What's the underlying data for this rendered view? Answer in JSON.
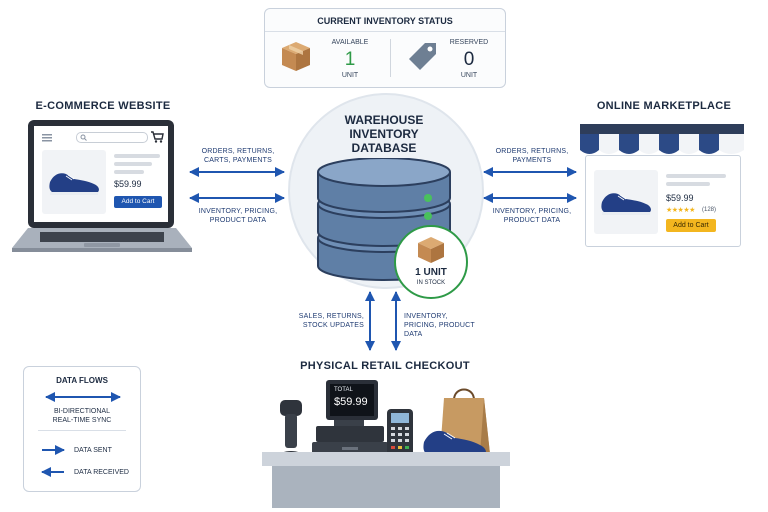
{
  "status": {
    "title": "CURRENT INVENTORY STATUS",
    "available_label": "AVAILABLE",
    "available_value": "1",
    "available_unit": "UNIT",
    "reserved_label": "RESERVED",
    "reserved_value": "0",
    "reserved_unit": "UNIT"
  },
  "ecommerce": {
    "title": "E-COMMERCE WEBSITE",
    "price": "$59.99",
    "button": "Add to Cart"
  },
  "marketplace": {
    "title": "ONLINE MARKETPLACE",
    "price": "$59.99",
    "rating_count": "(128)",
    "button": "Add to Cart"
  },
  "warehouse": {
    "title_line1": "WAREHOUSE",
    "title_line2": "INVENTORY",
    "title_line3": "DATABASE",
    "stock_value": "1 UNIT",
    "stock_label": "IN STOCK"
  },
  "flows": {
    "left_top_line1": "ORDERS, RETURNS,",
    "left_top_line2": "CARTS, PAYMENTS",
    "left_bottom_line1": "INVENTORY, PRICING,",
    "left_bottom_line2": "PRODUCT DATA",
    "right_top_line1": "ORDERS, RETURNS,",
    "right_top_line2": "PAYMENTS",
    "right_bottom_line1": "INVENTORY, PRICING,",
    "right_bottom_line2": "PRODUCT DATA",
    "down_left_line1": "SALES, RETURNS,",
    "down_left_line2": "STOCK UPDATES",
    "down_right_line1": "INVENTORY,",
    "down_right_line2": "PRICING, PRODUCT",
    "down_right_line3": "DATA"
  },
  "checkout": {
    "title": "PHYSICAL RETAIL CHECKOUT",
    "total_label": "TOTAL",
    "total_value": "$59.99"
  },
  "legend": {
    "title": "DATA FLOWS",
    "bi_line1": "BI-DIRECTIONAL",
    "bi_line2": "REAL-TIME SYNC",
    "sent": "DATA SENT",
    "received": "DATA RECEIVED"
  },
  "colors": {
    "arrow": "#1f56b0",
    "db_fill": "#5f7fa6",
    "stock_green": "#2e9a47",
    "shoe": "#233f86",
    "box": "#c9935a"
  }
}
